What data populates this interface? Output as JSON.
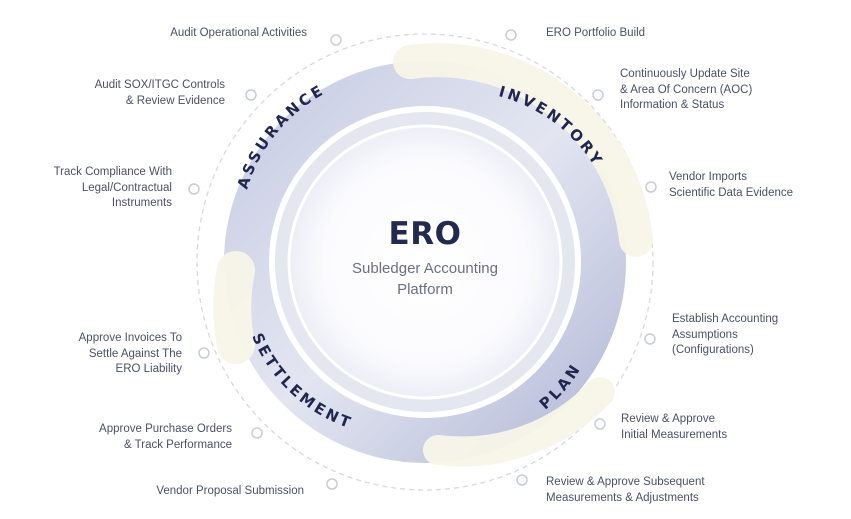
{
  "center": {
    "title": "ERO",
    "subtitle": "Subledger Accounting\nPlatform"
  },
  "phases": [
    {
      "id": "inventory",
      "label": "INVENTORY"
    },
    {
      "id": "plan",
      "label": "PLAN"
    },
    {
      "id": "settlement",
      "label": "SETTLEMENT"
    },
    {
      "id": "assurance",
      "label": "ASSURANCE"
    }
  ],
  "activities": [
    {
      "id": "ero-portfolio-build",
      "text": "ERO Portfolio Build"
    },
    {
      "id": "continuously-update-site",
      "text": "Continuously Update Site\n& Area Of Concern (AOC)\nInformation & Status"
    },
    {
      "id": "vendor-imports",
      "text": "Vendor Imports\nScientific Data Evidence"
    },
    {
      "id": "establish-accounting",
      "text": "Establish Accounting\nAssumptions\n(Configurations)"
    },
    {
      "id": "review-approve-initial",
      "text": "Review & Approve\nInitial Measurements"
    },
    {
      "id": "review-approve-subsequent",
      "text": "Review & Approve Subsequent\nMeasurements & Adjustments"
    },
    {
      "id": "vendor-proposal",
      "text": "Vendor Proposal Submission"
    },
    {
      "id": "approve-purchase-orders",
      "text": "Approve Purchase Orders\n& Track Performance"
    },
    {
      "id": "approve-invoices",
      "text": "Approve Invoices To\nSettle Against The\nERO Liability"
    },
    {
      "id": "track-compliance",
      "text": "Track Compliance With\nLegal/Contractual\nInstruments"
    },
    {
      "id": "audit-sox",
      "text": "Audit SOX/ITGC Controls\n& Review Evidence"
    },
    {
      "id": "audit-operational",
      "text": "Audit Operational Activities"
    }
  ],
  "colors": {
    "phase_label": "#1f2650",
    "ring_blue": "#b9bfdc",
    "ring_cream": "#f7f3e3",
    "dashed_circle": "#d6d8e2",
    "marker_stroke": "#c9ccd8",
    "title": "#232a4f",
    "subtitle": "#6a6f85",
    "label_text": "#4b5068"
  }
}
